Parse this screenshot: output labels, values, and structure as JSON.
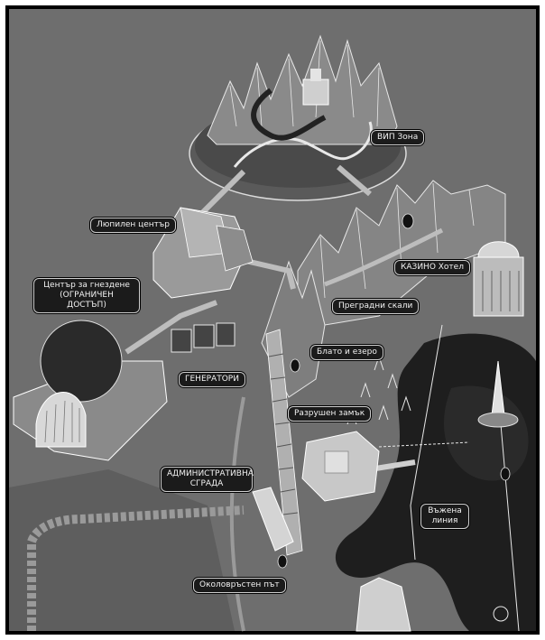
{
  "map": {
    "colors": {
      "frame": "#000000",
      "land": "#6e6e6e",
      "water": "#1e1e1e",
      "line": "#e8e8e8",
      "label_bg": "#1b1b1b",
      "label_text": "#f2f2f2"
    },
    "labels": {
      "vip_zone": "ВИП Зона",
      "incubator_center": "Люпилен център",
      "nesting_center_line1": "Център за гнездене",
      "nesting_center_line2": "(ОГРАНИЧЕН ДОСТЪП)",
      "casino_hotel": "КАЗИНО Хотел",
      "barrier_cliffs": "Преградни скали",
      "swamp_lake": "Блато и езеро",
      "generators": "ГЕНЕРАТОРИ",
      "ruined_castle": "Разрушен замък",
      "admin_building_line1": "АДМИНИСТРАТИВНА",
      "admin_building_line2": "СГРАДА",
      "cable_line_line1": "Въжена",
      "cable_line_line2": "линия",
      "ring_road": "Околовръстен път"
    }
  }
}
